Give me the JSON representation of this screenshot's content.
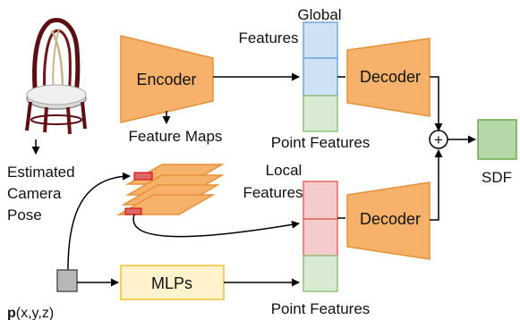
{
  "labels": {
    "encoder": "Encoder",
    "decoder_top": "Decoder",
    "decoder_bottom": "Decoder",
    "global_line1": "Global",
    "global_line2": "Features",
    "local_line1": "Local",
    "local_line2": "Features",
    "point_features_top": "Point Features",
    "point_features_bottom": "Point Features",
    "feature_maps": "Feature Maps",
    "camera_line1": "Estimated",
    "camera_line2": "Camera",
    "camera_line3": "Pose",
    "mlps": "MLPs",
    "point_bold": "p",
    "point_coords": "(x,y,z)",
    "sdf": "SDF",
    "plus": "+"
  },
  "colors": {
    "trapezoid_fill": "#f6b26b",
    "trapezoid_stroke": "#e69138",
    "global_fill": "#cfe2f3",
    "global_stroke": "#6fa8dc",
    "local_fill": "#f4cccc",
    "local_stroke": "#e06666",
    "point_fill": "#d9ead3",
    "point_stroke": "#93c47d",
    "mlp_fill": "#fff2cc",
    "mlp_stroke": "#f1c232",
    "sdf_fill": "#b6d7a8",
    "sdf_stroke": "#6aa84f",
    "point_input_fill": "#b7b7b7"
  }
}
